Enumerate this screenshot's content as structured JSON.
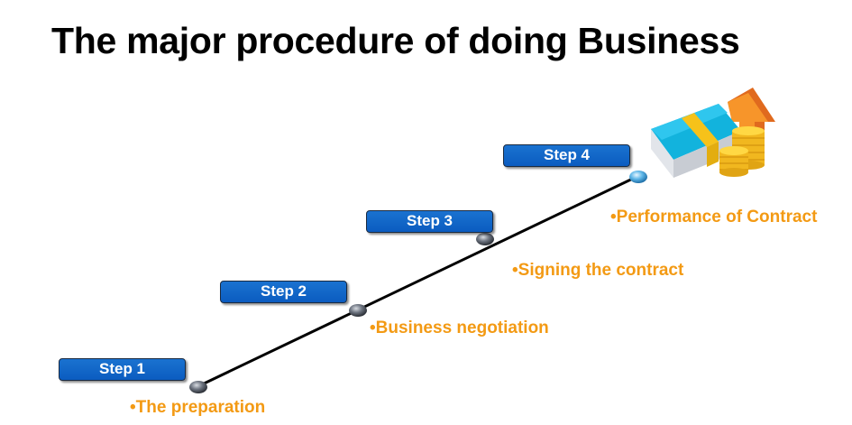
{
  "title": "The major procedure of doing Business",
  "steps": [
    {
      "label": "Step 1",
      "description": "•The preparation"
    },
    {
      "label": "Step 2",
      "description": "•Business negotiation"
    },
    {
      "label": "Step 3",
      "description": "•Signing the contract"
    },
    {
      "label": "Step 4",
      "description": "•Performance of Contract"
    }
  ],
  "colors": {
    "step_box": "#0b5cc0",
    "step_text": "#ffffff",
    "description_text": "#f39a14",
    "line": "#000000",
    "final_node": "#5fb7e8"
  },
  "illustration": "money-growth-icon"
}
